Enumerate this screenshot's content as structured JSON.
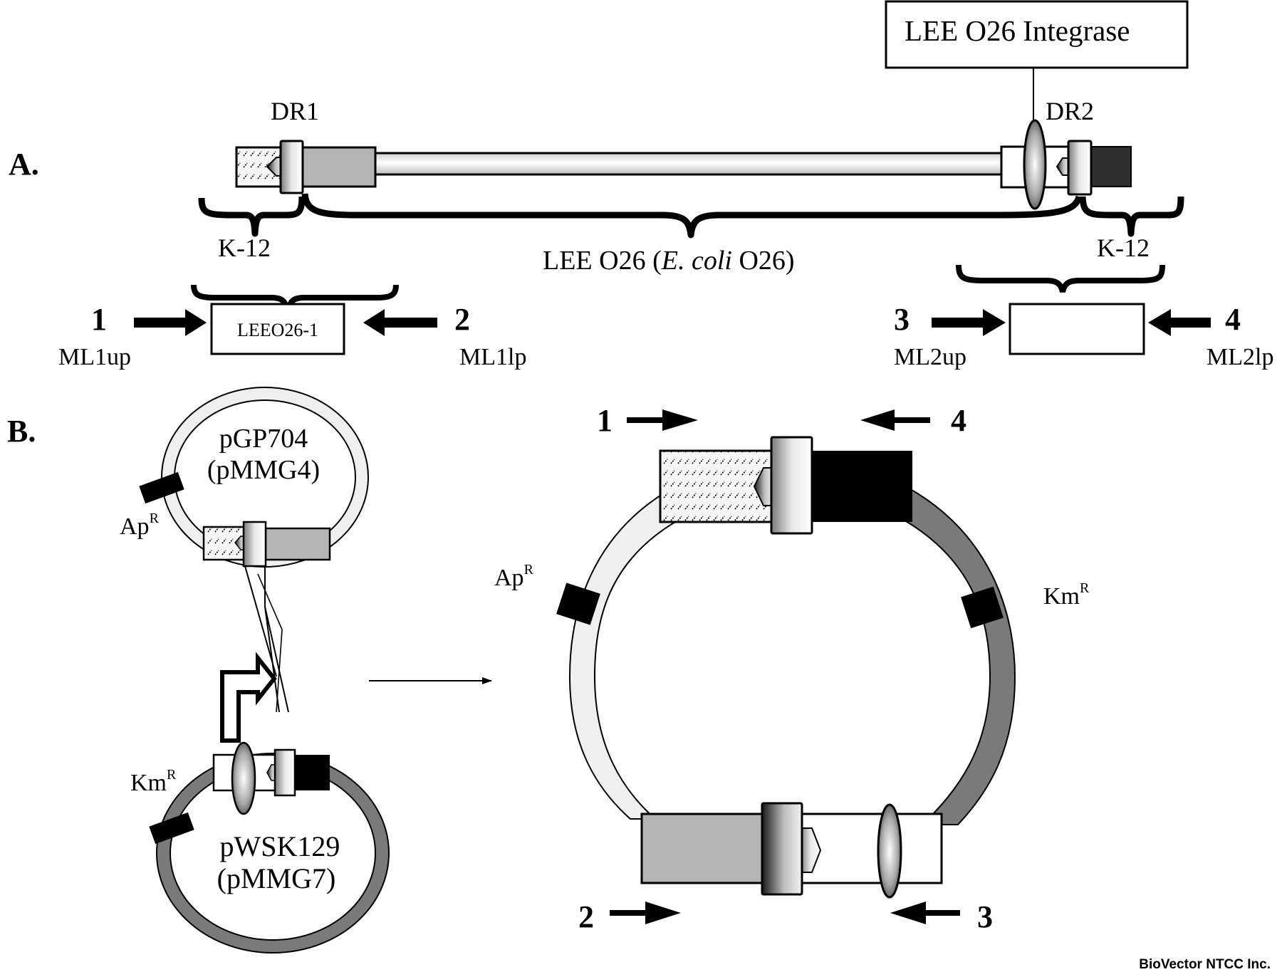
{
  "panels": {
    "a_label": "A.",
    "b_label": "B."
  },
  "panel_a": {
    "integrase_box": "LEE O26 Integrase",
    "dr1_label": "DR1",
    "dr2_label": "DR2",
    "k12_left": "K-12",
    "k12_right": "K-12",
    "lee_label_prefix": "LEE O26 (",
    "lee_label_italic": "E. coli",
    "lee_label_suffix": " O26)",
    "amplicon_left": {
      "box_label": "LEEO26-1",
      "primer_left_number": "1",
      "primer_left_name": "ML1up",
      "primer_right_number": "2",
      "primer_right_name": "ML1lp"
    },
    "amplicon_right": {
      "box_label": "",
      "primer_left_number": "3",
      "primer_left_name": "ML2up",
      "primer_right_number": "4",
      "primer_right_name": "ML2lp"
    }
  },
  "panel_b": {
    "plasmid_top": {
      "name": "pGP704",
      "alias": "(pMMG4)",
      "marker": "Ap",
      "marker_sup": "R"
    },
    "plasmid_bottom": {
      "name": "pWSK129",
      "alias": "(pMMG7)",
      "marker": "Km",
      "marker_sup": "R"
    },
    "cointegrate": {
      "left_marker": "Ap",
      "left_marker_sup": "R",
      "right_marker": "Km",
      "right_marker_sup": "R",
      "primer_top_left": "1",
      "primer_top_right": "4",
      "primer_bottom_left": "2",
      "primer_bottom_right": "3"
    }
  },
  "credit": "BioVector NTCC Inc.",
  "colors": {
    "hatched_fill": "#f4f4f4",
    "gray_fill": "#b4b4b4",
    "dark_fill": "#2e2e2e",
    "black_fill": "#000000",
    "light_ring": "#efefef",
    "dark_ring": "#7a7a7a"
  }
}
